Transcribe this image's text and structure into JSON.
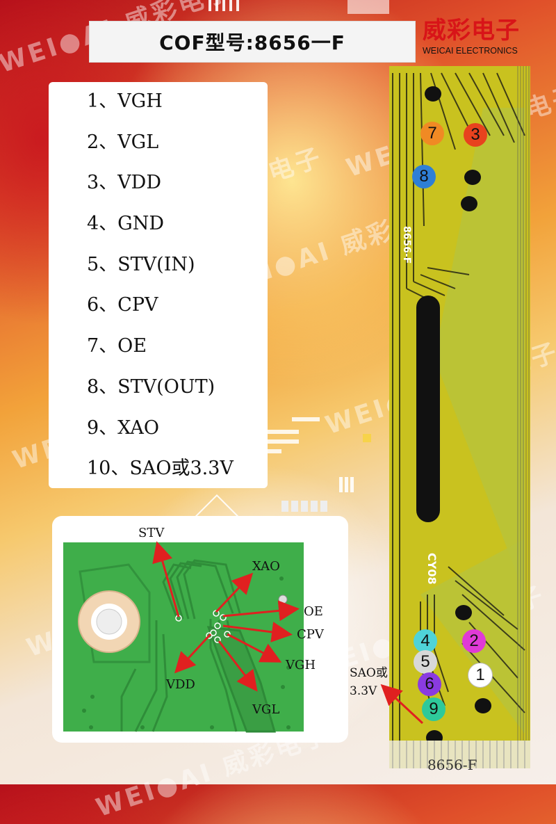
{
  "title": "COF型号:8656一F",
  "brand": {
    "name_cn": "威彩电子",
    "name_en": "WEICAI ELECTRONICS"
  },
  "pins": [
    "1、VGH",
    "2、VGL",
    "3、VDD",
    "4、GND",
    "5、STV(IN)",
    "6、CPV",
    "7、OE",
    "8、STV(OUT)",
    "9、XAO",
    "10、SAO或3.3V"
  ],
  "pcb_labels": {
    "stv": "STV",
    "xao": "XAO",
    "oe": "OE",
    "cpv": "CPV",
    "vgh": "VGH",
    "vdd": "VDD",
    "vgl": "VGL"
  },
  "fpc": {
    "chip_mark": "8656-F",
    "chip_mark_2": "CY08",
    "bottom_text": "8656-F",
    "sao_label_line1": "SAO或",
    "sao_label_line2": "3.3V",
    "badges": [
      {
        "num": "7",
        "color": "#f08a24"
      },
      {
        "num": "3",
        "color": "#e8421e"
      },
      {
        "num": "8",
        "color": "#2e7fd6"
      },
      {
        "num": "4",
        "color": "#4fd3d8"
      },
      {
        "num": "2",
        "color": "#e03ad6"
      },
      {
        "num": "5",
        "color": "#d8d8d8"
      },
      {
        "num": "1",
        "color": "#ffffff"
      },
      {
        "num": "6",
        "color": "#8a3be0"
      },
      {
        "num": "9",
        "color": "#2ec99a"
      }
    ]
  },
  "colors": {
    "accent_red": "#d81418",
    "pcb_green": "#3fae4a",
    "fpc_yellow": "#c9c21f",
    "arrow_red": "#e02020"
  }
}
